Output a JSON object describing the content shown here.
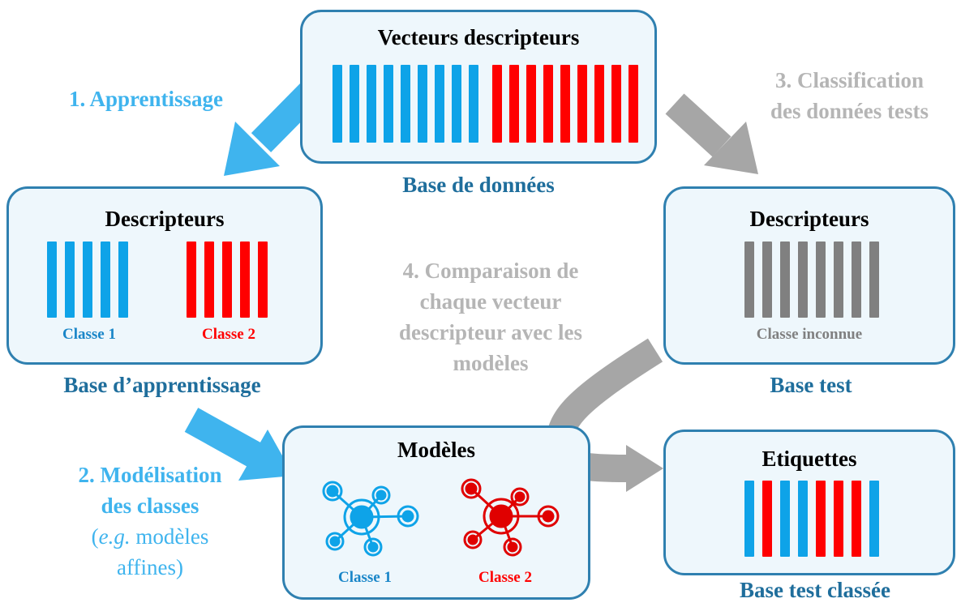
{
  "diagram": {
    "database": {
      "title": "Vecteurs descripteurs",
      "caption": "Base de données"
    },
    "training_base": {
      "title": "Descripteurs",
      "class1": "Classe 1",
      "class2": "Classe 2",
      "caption": "Base d’apprentissage"
    },
    "test_base": {
      "title": "Descripteurs",
      "class_unknown": "Classe inconnue",
      "caption": "Base test"
    },
    "models": {
      "title": "Modèles",
      "class1": "Classe 1",
      "class2": "Classe 2"
    },
    "labels": {
      "title": "Etiquettes",
      "caption": "Base test classée"
    },
    "steps": {
      "step1": "1. Apprentissage",
      "step2_line1": "2. Modélisation",
      "step2_line2": "des classes",
      "step2_eg_open": "(",
      "step2_eg_italic": "e.g.",
      "step2_eg_rest": " modèles",
      "step2_line4": "affines)",
      "step3_line1": "3. Classification",
      "step3_line2": "des données tests",
      "step4_line1": "4. Comparaison de",
      "step4_line2": "chaque vecteur",
      "step4_line3": "descripteur avec les",
      "step4_line4": "modèles"
    },
    "colors": {
      "class1": "#0ea3e8",
      "class2": "#ff0000",
      "unknown": "#808080",
      "box_border": "#2f80b0",
      "box_fill": "#eef7fc",
      "caption": "#1f6e9c",
      "step_blue": "#3fb4ee",
      "step_gray": "#b5b5b5"
    },
    "label_sequence": [
      "class1",
      "class2",
      "class1",
      "class1",
      "class2",
      "class2",
      "class2",
      "class1"
    ]
  }
}
